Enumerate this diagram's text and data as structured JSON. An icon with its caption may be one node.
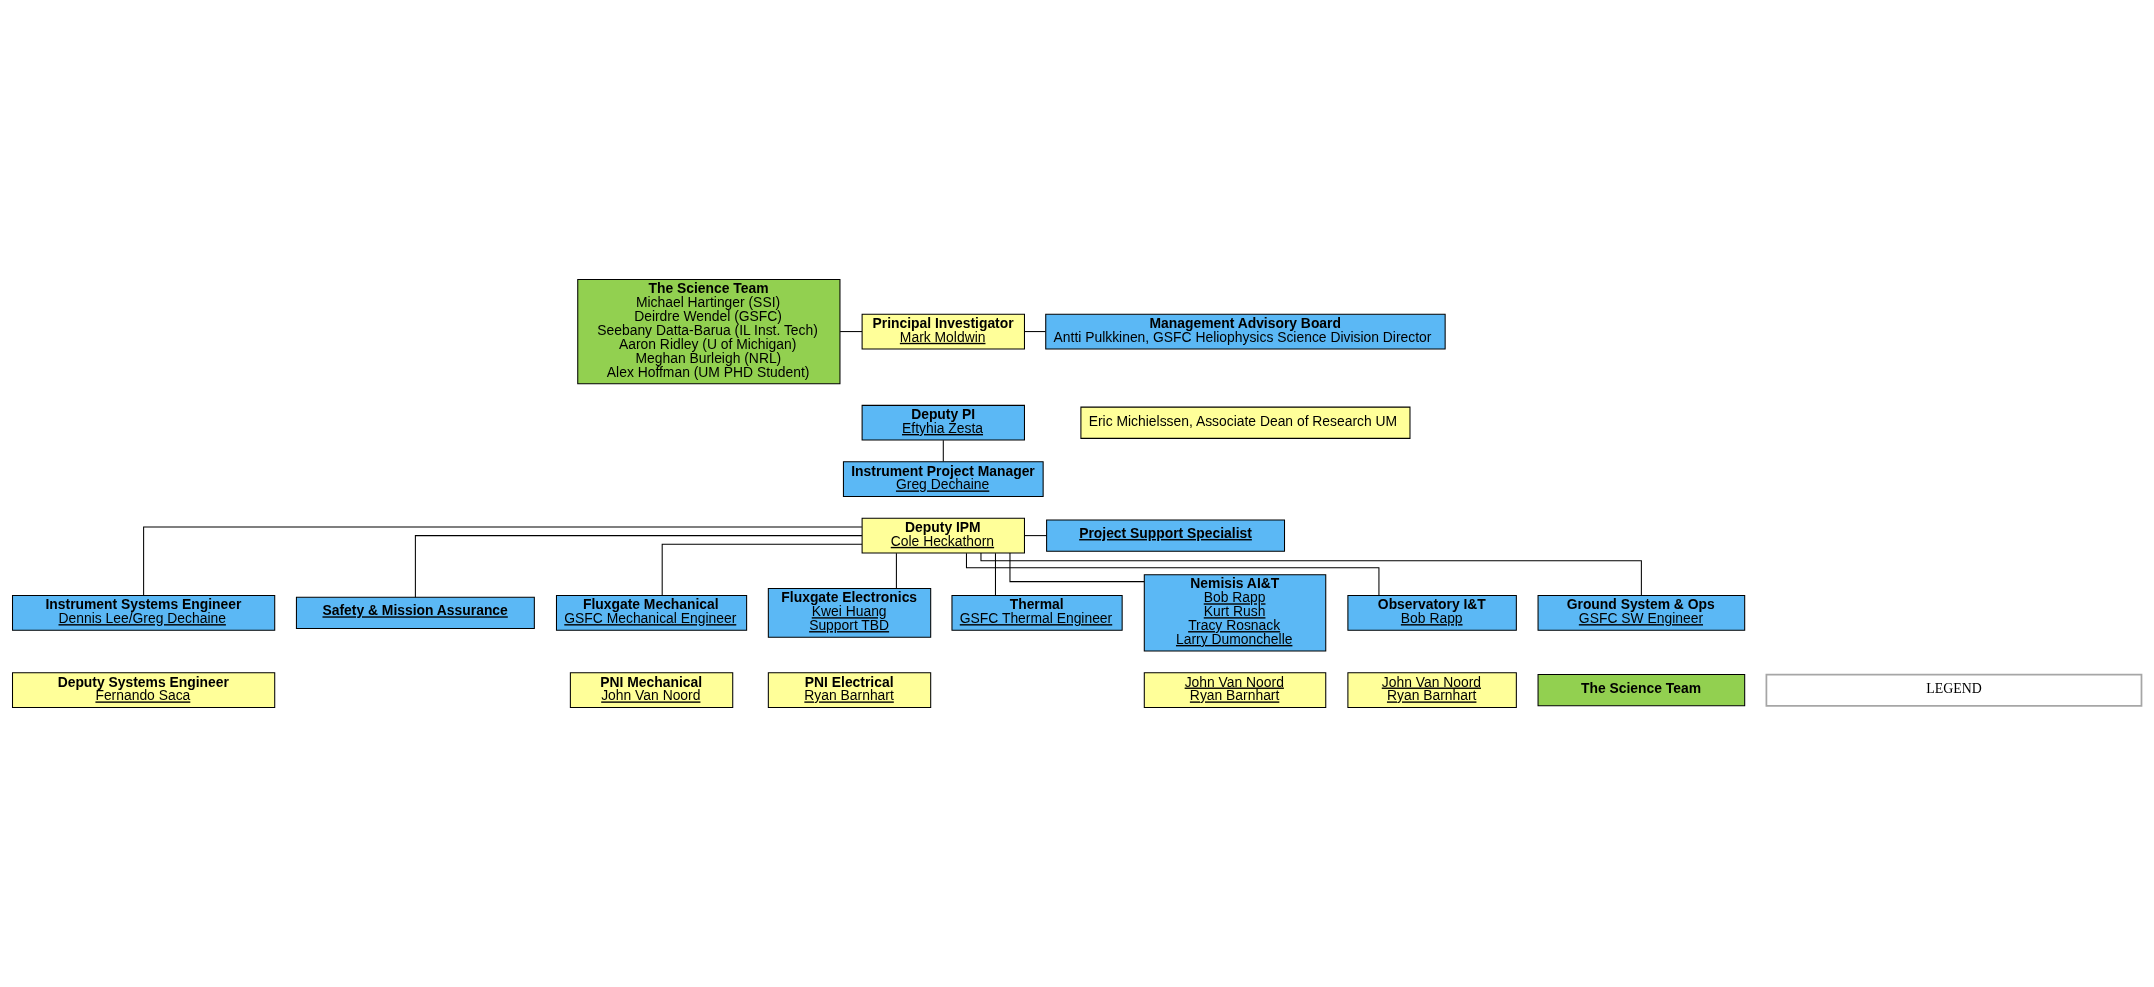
{
  "diagram": {
    "nodes": [
      {
        "text": [
          "The Science Team",
          "Michael Hartinger (SSI)",
          "Deirdre Wendel (GSFC)",
          "Seebany Datta-Barua (IL Inst. Tech)",
          "Aaron Ridley (U of Michigan)",
          "Meghan Burleigh (NRL)",
          "Alex Hoffman (UM PHD Student)"
        ]
      },
      {
        "text": [
          "Principal Investigator",
          "Mark Moldwin"
        ]
      },
      {
        "text": [
          "Deputy PI",
          "Eftyhia Zesta"
        ]
      },
      {
        "text": [
          "Management Advisory Board",
          "Antti Pulkkinen, GSFC Heliophysics Science Division Director"
        ]
      },
      {
        "text": [
          "Eric Michielssen, Associate Dean of Research UM"
        ]
      },
      {
        "text": [
          "Instrument Project Manager",
          "Greg Dechaine"
        ]
      },
      {
        "text": [
          "Deputy IPM",
          "Cole Heckathorn"
        ]
      },
      {
        "text": [
          "Project Support Specialist"
        ]
      },
      {
        "text": [
          "Instrument Systems Engineer",
          "Dennis Lee/Greg Dechaine"
        ]
      },
      {
        "text": [
          "Deputy Systems Engineer",
          "Fernando Saca"
        ]
      },
      {
        "text": [
          "Safety & Mission Assurance"
        ]
      },
      {
        "text": [
          "Fluxgate Mechanical",
          "GSFC Mechanical Engineer"
        ]
      },
      {
        "text": [
          "PNI Mechanical",
          "John Van Noord"
        ]
      },
      {
        "text": [
          "Fluxgate Electronics",
          "Kwei Huang",
          "Support TBD"
        ]
      },
      {
        "text": [
          "PNI Electrical",
          "Ryan Barnhart"
        ]
      },
      {
        "text": [
          "Thermal",
          "GSFC Thermal Engineer"
        ]
      },
      {
        "text": [
          "Nemisis AI&T",
          "Bob Rapp",
          "Kurt Rush",
          "Tracy Rosnack",
          "Larry Dumonchelle"
        ]
      },
      {
        "text": [
          "John Van Noord",
          "Ryan Barnhart"
        ]
      },
      {
        "text": [
          "Observatory I&T",
          "Bob Rapp"
        ]
      },
      {
        "text": [
          "John Van Noord",
          "Ryan Barnhart"
        ]
      },
      {
        "text": [
          "Ground System & Ops",
          "GSFC SW Engineer"
        ]
      },
      {
        "text": [
          "The Science Team"
        ]
      }
    ],
    "edges": [
      {
        "from": 0,
        "to": 1,
        "arrow": "none"
      },
      {
        "from": 1,
        "to": 3,
        "arrow": "none"
      },
      {
        "from": 2,
        "to": 5,
        "arrow": "none"
      },
      {
        "from": 6,
        "to": 7,
        "arrow": "none"
      },
      {
        "from": 6,
        "to": 8,
        "arrow": "none"
      },
      {
        "from": 6,
        "to": 10,
        "arrow": "none"
      },
      {
        "from": 6,
        "to": 11,
        "arrow": "none"
      },
      {
        "from": 6,
        "to": 13,
        "arrow": "none"
      },
      {
        "from": 6,
        "to": 15,
        "arrow": "none"
      },
      {
        "from": 6,
        "to": 16,
        "arrow": "none"
      },
      {
        "from": 6,
        "to": 18,
        "arrow": "none"
      },
      {
        "from": 6,
        "to": 20,
        "arrow": "none"
      }
    ],
    "labels": [
      "LEGEND"
    ]
  }
}
